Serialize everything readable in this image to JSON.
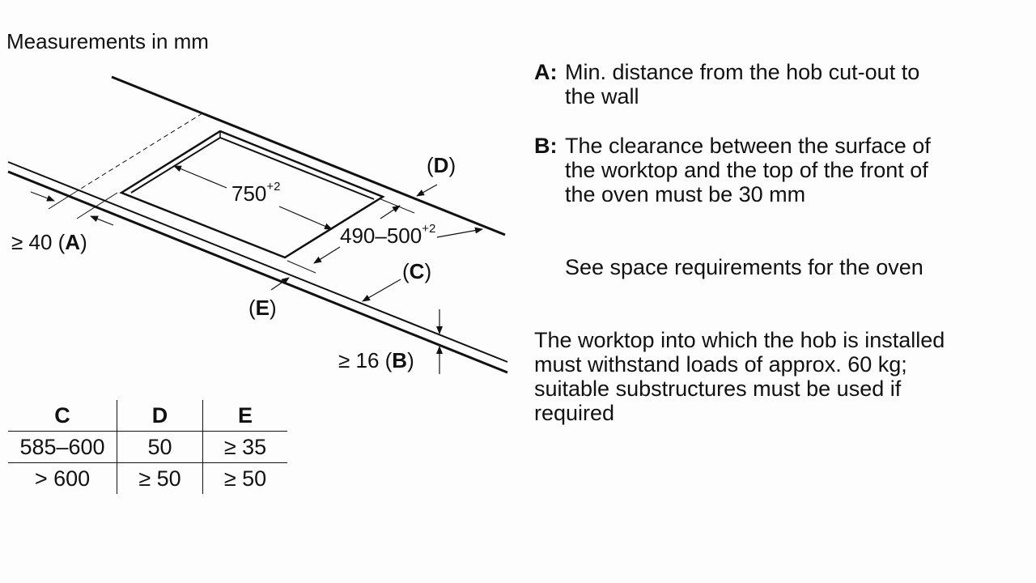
{
  "title": "Measurements in mm",
  "diagram": {
    "width_label": "750",
    "width_tol": "+2",
    "depth_label": "490–500",
    "depth_tol": "+2",
    "a_label": "≥ 40 (",
    "a_key": "A",
    "b_label": "≥ 16 (",
    "b_key": "B",
    "c_key": "C",
    "d_key": "D",
    "e_key": "E"
  },
  "table": {
    "headers": [
      "C",
      "D",
      "E"
    ],
    "rows": [
      [
        "585–600",
        "50",
        "≥ 35"
      ],
      [
        "> 600",
        "≥ 50",
        "≥ 50"
      ]
    ]
  },
  "notes": {
    "a_key": "A:",
    "a_line1": "Min. distance from the hob cut-out to",
    "a_line2": "the wall",
    "b_key": "B:",
    "b_line1": "The clearance between the surface of",
    "b_line2": "the worktop and the top of the front of",
    "b_line3": "the oven must be 30 mm",
    "space": "See space requirements for the oven",
    "load_line1": "The worktop into which the hob is installed",
    "load_line2": "must withstand loads of approx. 60 kg;",
    "load_line3": "suitable substructures must be used if",
    "load_line4": "required"
  }
}
